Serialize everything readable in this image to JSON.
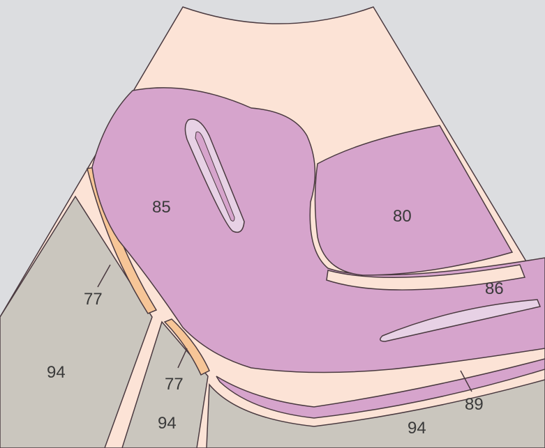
{
  "labels": {
    "l77a": "77",
    "l77b": "77",
    "l80": "80",
    "l85": "85",
    "l86": "86",
    "l89": "89",
    "l94a": "94",
    "l94b": "94",
    "l94c": "94"
  },
  "colors": {
    "background": "#dcdde0",
    "skin": "#fce3d6",
    "purple": "#d6a4cc",
    "lumen": "#e7d1e5",
    "gray": "#cac6be",
    "orange": "#f6c597",
    "stroke": "#4a3a40"
  }
}
